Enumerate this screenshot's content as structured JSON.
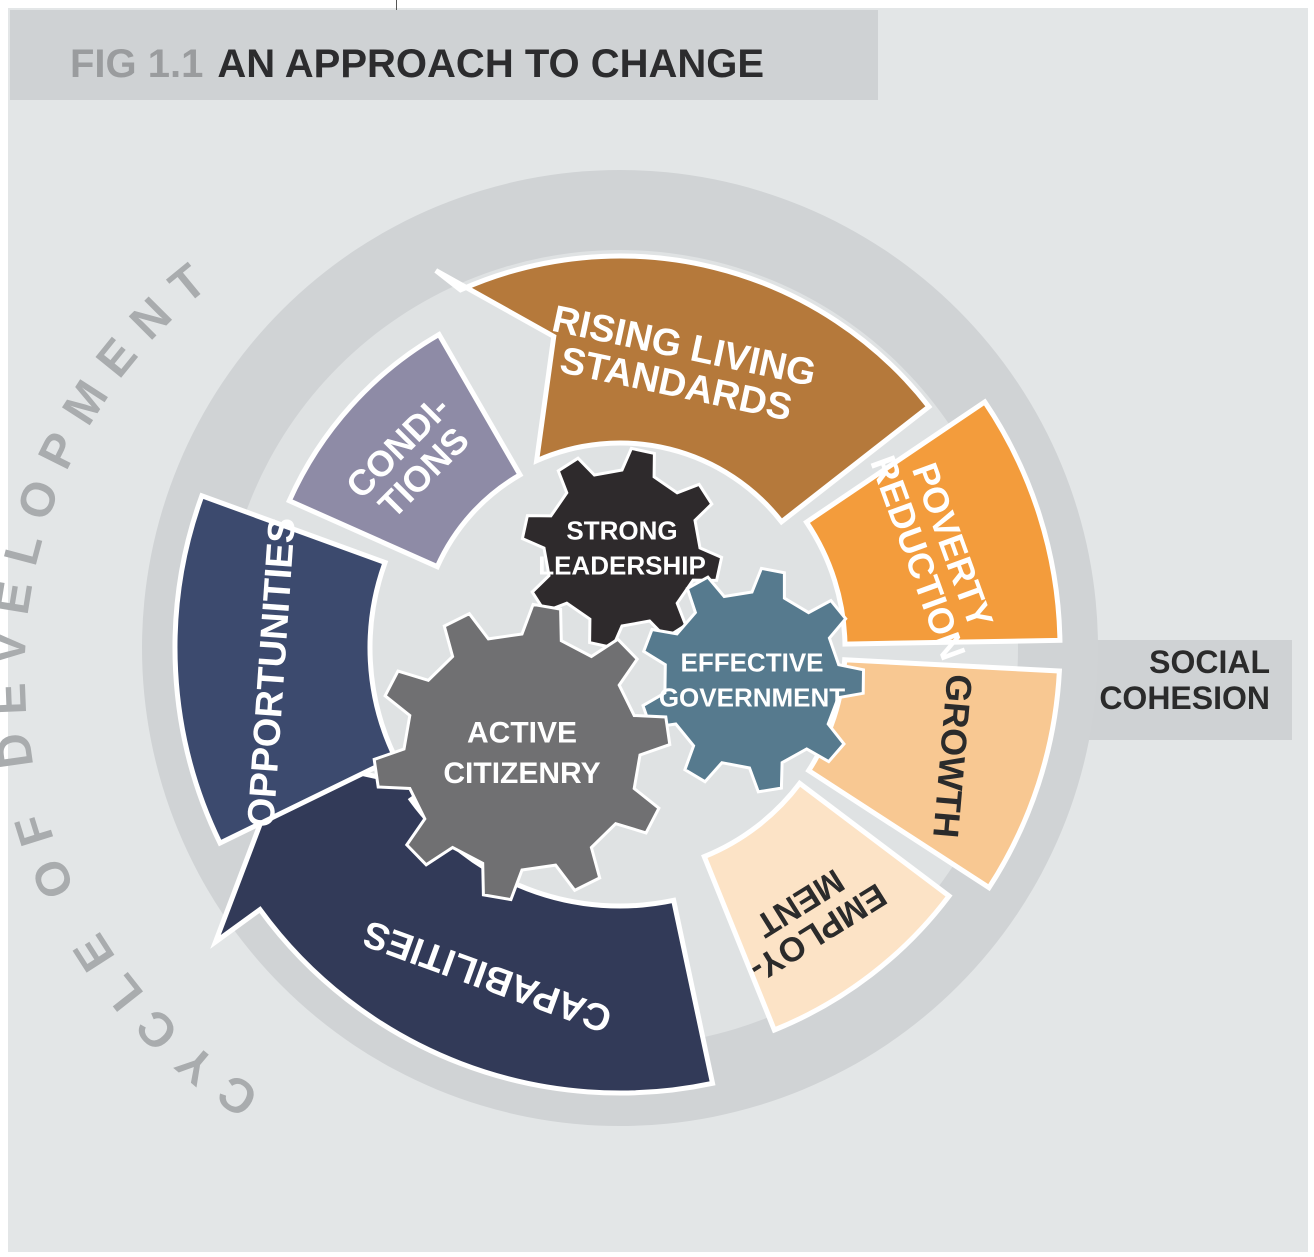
{
  "figure": {
    "label": "FIG 1.1",
    "title": "AN APPROACH TO CHANGE"
  },
  "outer_ring_label": "CYCLE OF DEVELOPMENT",
  "side_label": {
    "line1": "SOCIAL",
    "line2": "COHESION"
  },
  "segments": [
    {
      "id": "conditions",
      "lines": [
        "CONDI-",
        "TIONS"
      ],
      "color": "#8e8ba6",
      "text_color": "#ffffff"
    },
    {
      "id": "rising-living-standards",
      "lines": [
        "RISING LIVING",
        "STANDARDS"
      ],
      "color": "#b5793b",
      "text_color": "#ffffff"
    },
    {
      "id": "poverty-reduction",
      "lines": [
        "POVERTY",
        "REDUCTION"
      ],
      "color": "#f39c3c",
      "text_color": "#ffffff"
    },
    {
      "id": "growth",
      "lines": [
        "GROWTH"
      ],
      "color": "#f8c892",
      "text_color": "#2b2b2b"
    },
    {
      "id": "employment",
      "lines": [
        "EMPLOY-",
        "MENT"
      ],
      "color": "#fce3c6",
      "text_color": "#2b2b2b"
    },
    {
      "id": "capabilities",
      "lines": [
        "CAPABILITIES"
      ],
      "color": "#323a58",
      "text_color": "#ffffff"
    },
    {
      "id": "opportunities",
      "lines": [
        "OPPORTUNITIES"
      ],
      "color": "#3c4a6e",
      "text_color": "#ffffff"
    }
  ],
  "gears": [
    {
      "id": "strong-leadership",
      "lines": [
        "STRONG",
        "LEADERSHIP"
      ],
      "color": "#2e2a2c"
    },
    {
      "id": "effective-government",
      "lines": [
        "EFFECTIVE",
        "GOVERNMENT"
      ],
      "color": "#567a8e"
    },
    {
      "id": "active-citizenry",
      "lines": [
        "ACTIVE",
        "CITIZENRY"
      ],
      "color": "#707072"
    }
  ],
  "colors": {
    "background": "#e3e6e7",
    "outer_ring": "#d0d3d5",
    "ring_label": "#a9acae",
    "title_band": "#cfd2d4"
  }
}
